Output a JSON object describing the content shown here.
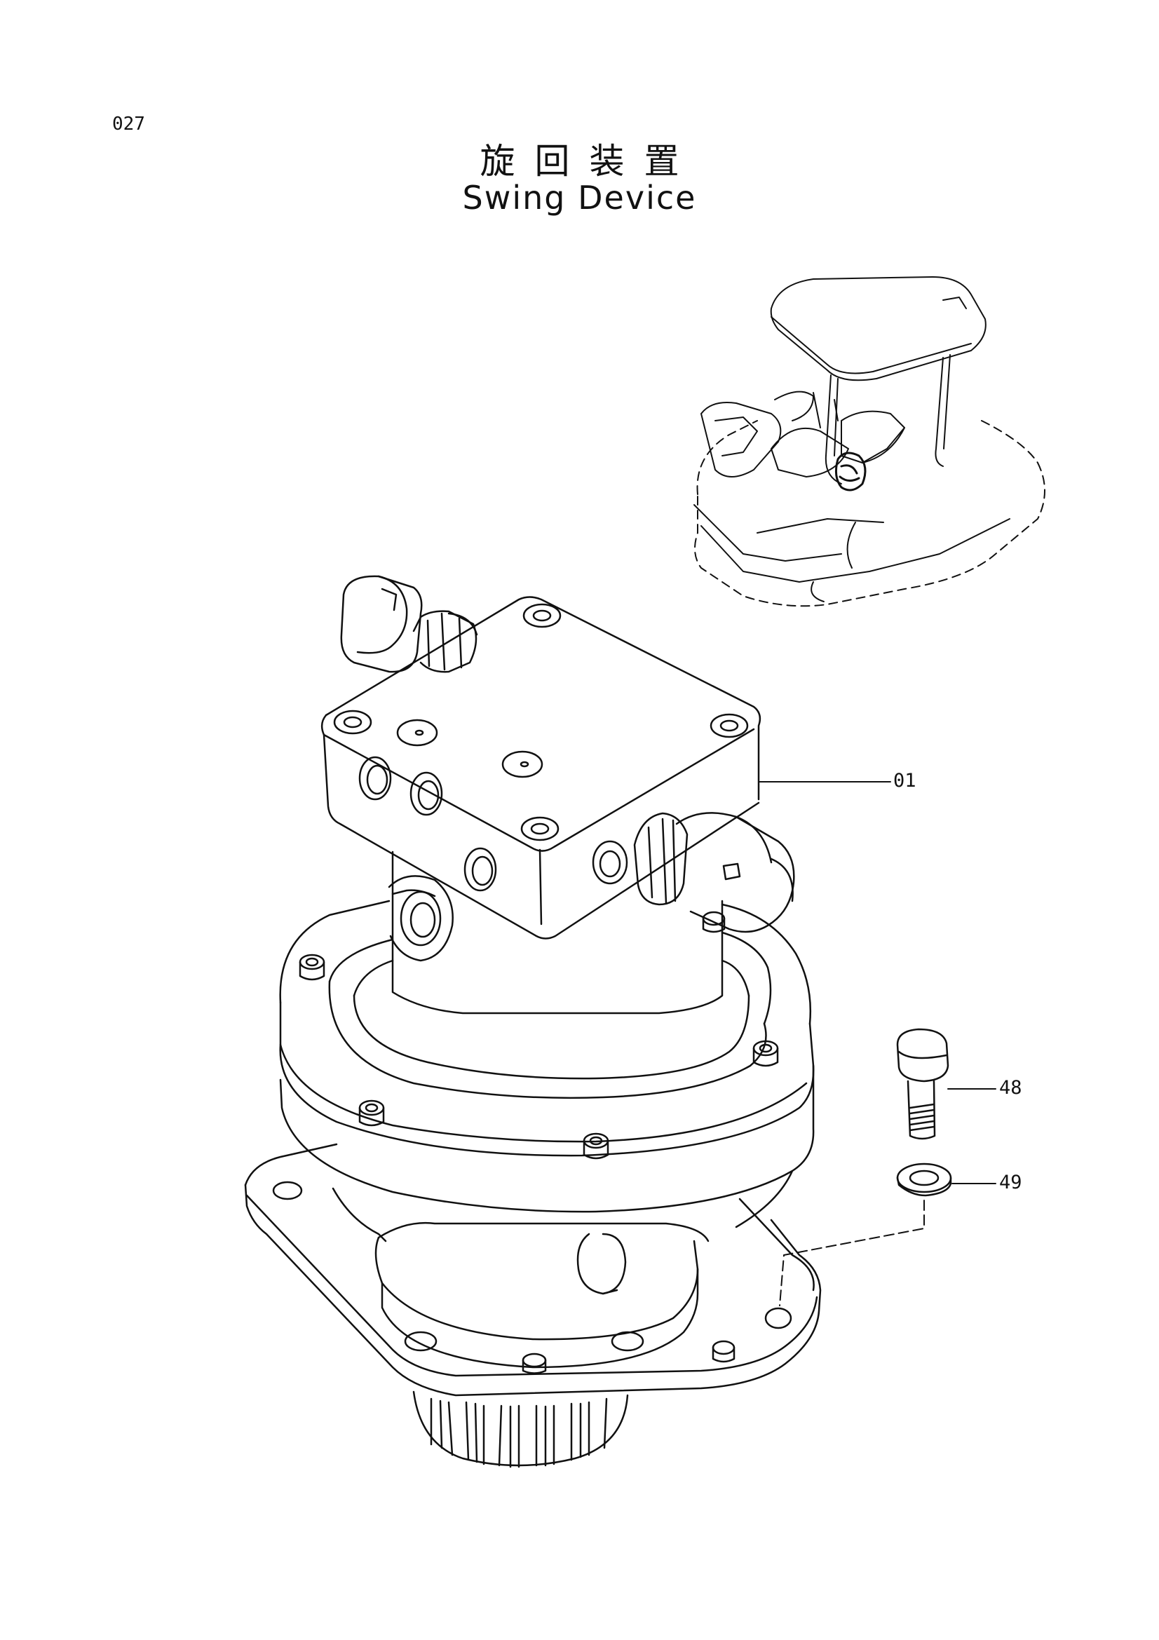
{
  "page": {
    "number": "027",
    "title_ja": "旋回装置",
    "title_en": "Swing Device"
  },
  "callouts": {
    "part_01": "01",
    "part_48": "48",
    "part_49": "49"
  },
  "colors": {
    "line": "#111111",
    "background": "#ffffff"
  }
}
